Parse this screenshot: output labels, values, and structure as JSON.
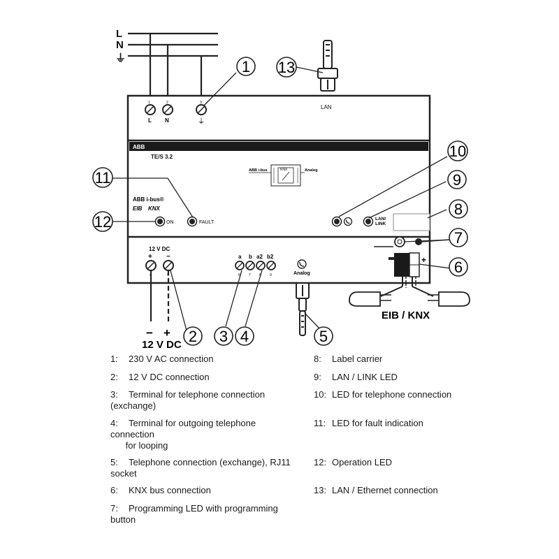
{
  "power_lines": [
    "L",
    "N",
    "⏚"
  ],
  "terminals_top": [
    {
      "num": "1",
      "label": "L"
    },
    {
      "num": "2",
      "label": "N"
    },
    {
      "num": "3",
      "label": "⏚"
    }
  ],
  "device": {
    "lan_label": "LAN",
    "brand": "ABB",
    "model": "TE/S 3.2",
    "schematic": {
      "left": "ABB i-bus",
      "mid": "KNX",
      "right": "Analog"
    },
    "ibus_label": "ABB i-bus®",
    "eib_label": "EIB",
    "knx_label": "KNX",
    "fault_label": "FAULT",
    "on_label": "ON",
    "lan_link_label": "LAN/\nLINK",
    "dc_label": "12 V DC",
    "dc_plus": "+",
    "dc_minus": "−",
    "dc_pin_a": "4",
    "dc_pin_b": "5",
    "phone_terminals": [
      {
        "label": "a",
        "pin": "6"
      },
      {
        "label": "b",
        "pin": "7"
      },
      {
        "label": "a2",
        "pin": "8"
      },
      {
        "label": "b2",
        "pin": "9"
      }
    ],
    "analog_label": "Analog"
  },
  "bus_label": "EIB / KNX",
  "knx_plus": "+",
  "dc_bottom": {
    "minus": "−",
    "plus": "+",
    "label": "12 V DC"
  },
  "callouts": [
    "1",
    "2",
    "3",
    "4",
    "5",
    "6",
    "7",
    "8",
    "9",
    "10",
    "11",
    "12",
    "13"
  ],
  "legend": {
    "left": [
      {
        "num": "1:",
        "text": "230 V AC connection"
      },
      {
        "num": "2:",
        "text": "12 V DC connection"
      },
      {
        "num": "3:",
        "text": "Terminal for telephone connection\n(exchange)"
      },
      {
        "num": "4:",
        "text": "Terminal for outgoing telephone\nconnection\n      for looping"
      },
      {
        "num": "5:",
        "text": "Telephone connection (exchange), RJ11\nsocket"
      },
      {
        "num": "6:",
        "text": "KNX bus connection"
      },
      {
        "num": "7:",
        "text": "Programming LED with programming\nbutton"
      }
    ],
    "right": [
      {
        "num": "8:",
        "text": "Label carrier"
      },
      {
        "num": "9:",
        "text": "LAN / LINK LED"
      },
      {
        "num": "10:",
        "text": "LED for telephone connection"
      },
      {
        "num": "11:",
        "text": "LED for fault indication"
      },
      {
        "num": "12:",
        "text": "Operation LED"
      },
      {
        "num": "13:",
        "text": "LAN / Ethernet connection"
      }
    ]
  }
}
